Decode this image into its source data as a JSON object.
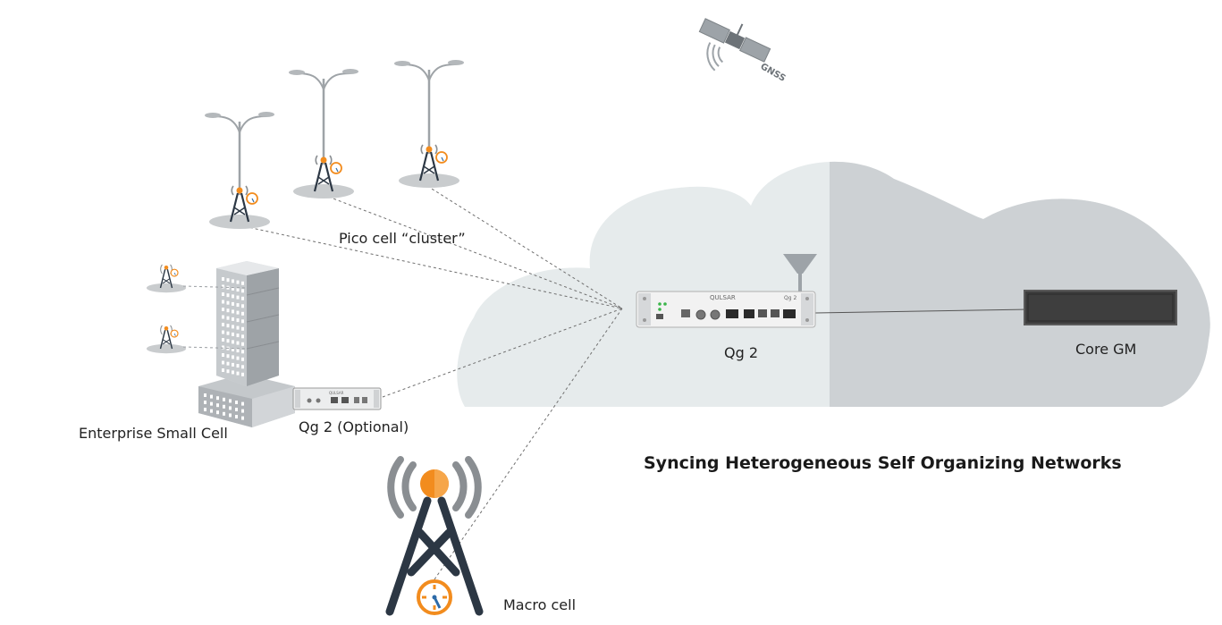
{
  "diagram": {
    "title": "Syncing Heterogeneous Self Organizing Networks",
    "labels": {
      "pico_cluster": "Pico cell “cluster”",
      "enterprise": "Enterprise Small Cell",
      "qg2_optional": "Qg 2 (Optional)",
      "qg2": "Qg 2",
      "core_gm": "Core GM",
      "macro": "Macro cell",
      "gnss": "GNSS"
    },
    "device_text": {
      "brand": "QULSAR",
      "model": "Qg 2"
    },
    "icons": [
      "satellite-icon",
      "streetlight-pole-icon",
      "cell-tower-icon",
      "clock-icon",
      "building-icon",
      "antenna-icon",
      "server-icon"
    ],
    "colors": {
      "cloud_light": "#e6ebec",
      "cloud_dark": "#cdd1d4",
      "tower_dark": "#2c3744",
      "orange": "#f28c1e",
      "signal_gray": "#8a8e92",
      "core_box": "#3e3e3e"
    }
  }
}
